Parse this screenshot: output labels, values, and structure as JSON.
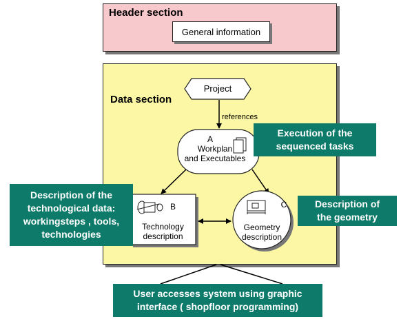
{
  "header_section": {
    "title": "Header section",
    "general_information": "General information"
  },
  "data_section": {
    "title": "Data section",
    "project": "Project",
    "references": "references",
    "node_a": {
      "letter": "A",
      "label": "Workplan\nand Executables"
    },
    "node_b": {
      "letter": "B",
      "label": "Technology\ndescription"
    },
    "node_c": {
      "letter": "C",
      "label": "Geometry\ndescription"
    }
  },
  "callouts": {
    "execution": "Execution of the\nsequenced tasks",
    "technological": "Description of the\ntechnological data:\nworkingsteps , tools,\ntechnologies",
    "geometry": "Description of\nthe geometry",
    "user_access": "User accesses system using graphic\ninterface ( shopfloor programming)"
  },
  "colors": {
    "header_bg": "#f7c9cc",
    "data_bg": "#fbf7a4",
    "callout_bg": "#0d7a6a"
  }
}
